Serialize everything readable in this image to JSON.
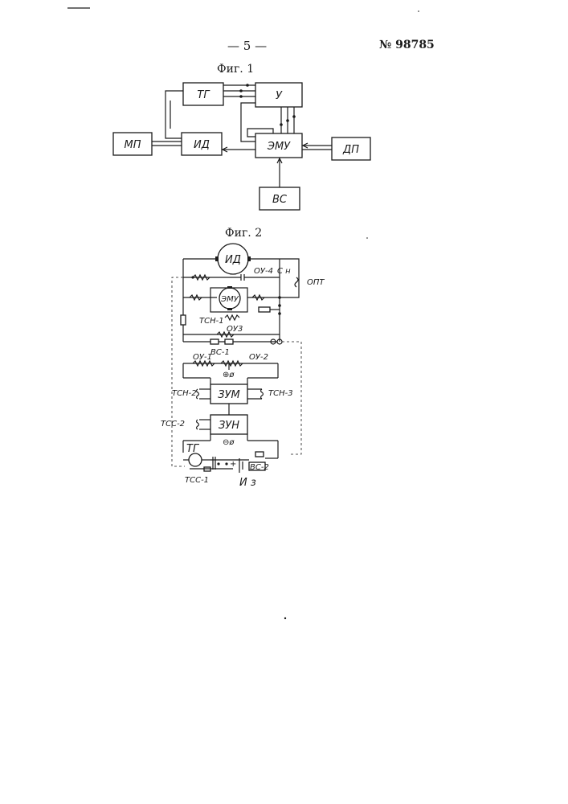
{
  "header": {
    "page_number": "— 5 —",
    "patent_number": "№ 98785"
  },
  "fig1": {
    "caption": "Фиг. 1",
    "blocks": {
      "tg": "ТГ",
      "u": "У",
      "mp": "МП",
      "id": "ИД",
      "emu": "ЭМУ",
      "dp": "ДП",
      "vs": "ВС"
    }
  },
  "fig2": {
    "caption": "Фиг. 2",
    "labels": {
      "id": "ИД",
      "ou4": "ОУ-4",
      "cn": "C н",
      "opt": "ОПТ",
      "emu": "ЭМУ",
      "tsn1": "ТСН-1",
      "ou3": "ОУ3",
      "vs1": "ВС-1",
      "ou1": "ОУ-1",
      "ou2": "ОУ-2",
      "plus_phi": "⊕ø",
      "zum": "ЗУМ",
      "tsn2": "ТСН-2",
      "tsn3": "ТСН-3",
      "zun": "ЗУН",
      "tss2": "ТСС-2",
      "minus_phi": "⊖ø",
      "tg": "ТГ",
      "vs2": "ВС-2",
      "tss1": "ТСС-1",
      "iz": "И з"
    }
  }
}
